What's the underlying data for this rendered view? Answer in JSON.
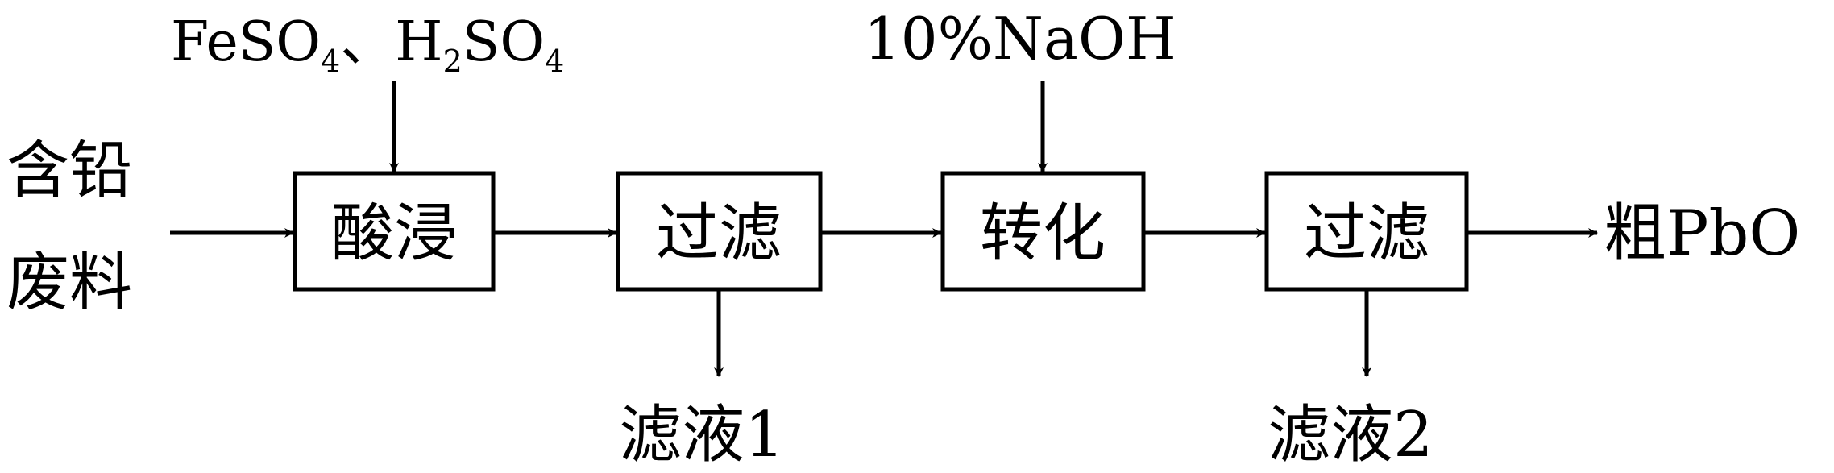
{
  "diagram": {
    "input": {
      "line1": "含铅",
      "line2": "废料"
    },
    "reagent1": {
      "fe": "FeSO",
      "fe_sub": "4",
      "sep": "、",
      "h": "H",
      "h_sub": "2",
      "so": "SO",
      "so_sub": "4"
    },
    "reagent2": "10%NaOH",
    "steps": [
      {
        "label": "酸浸"
      },
      {
        "label": "过滤"
      },
      {
        "label": "转化"
      },
      {
        "label": "过滤"
      }
    ],
    "filtrate1": "滤液1",
    "filtrate2": "滤液2",
    "product": "粗PbO"
  }
}
